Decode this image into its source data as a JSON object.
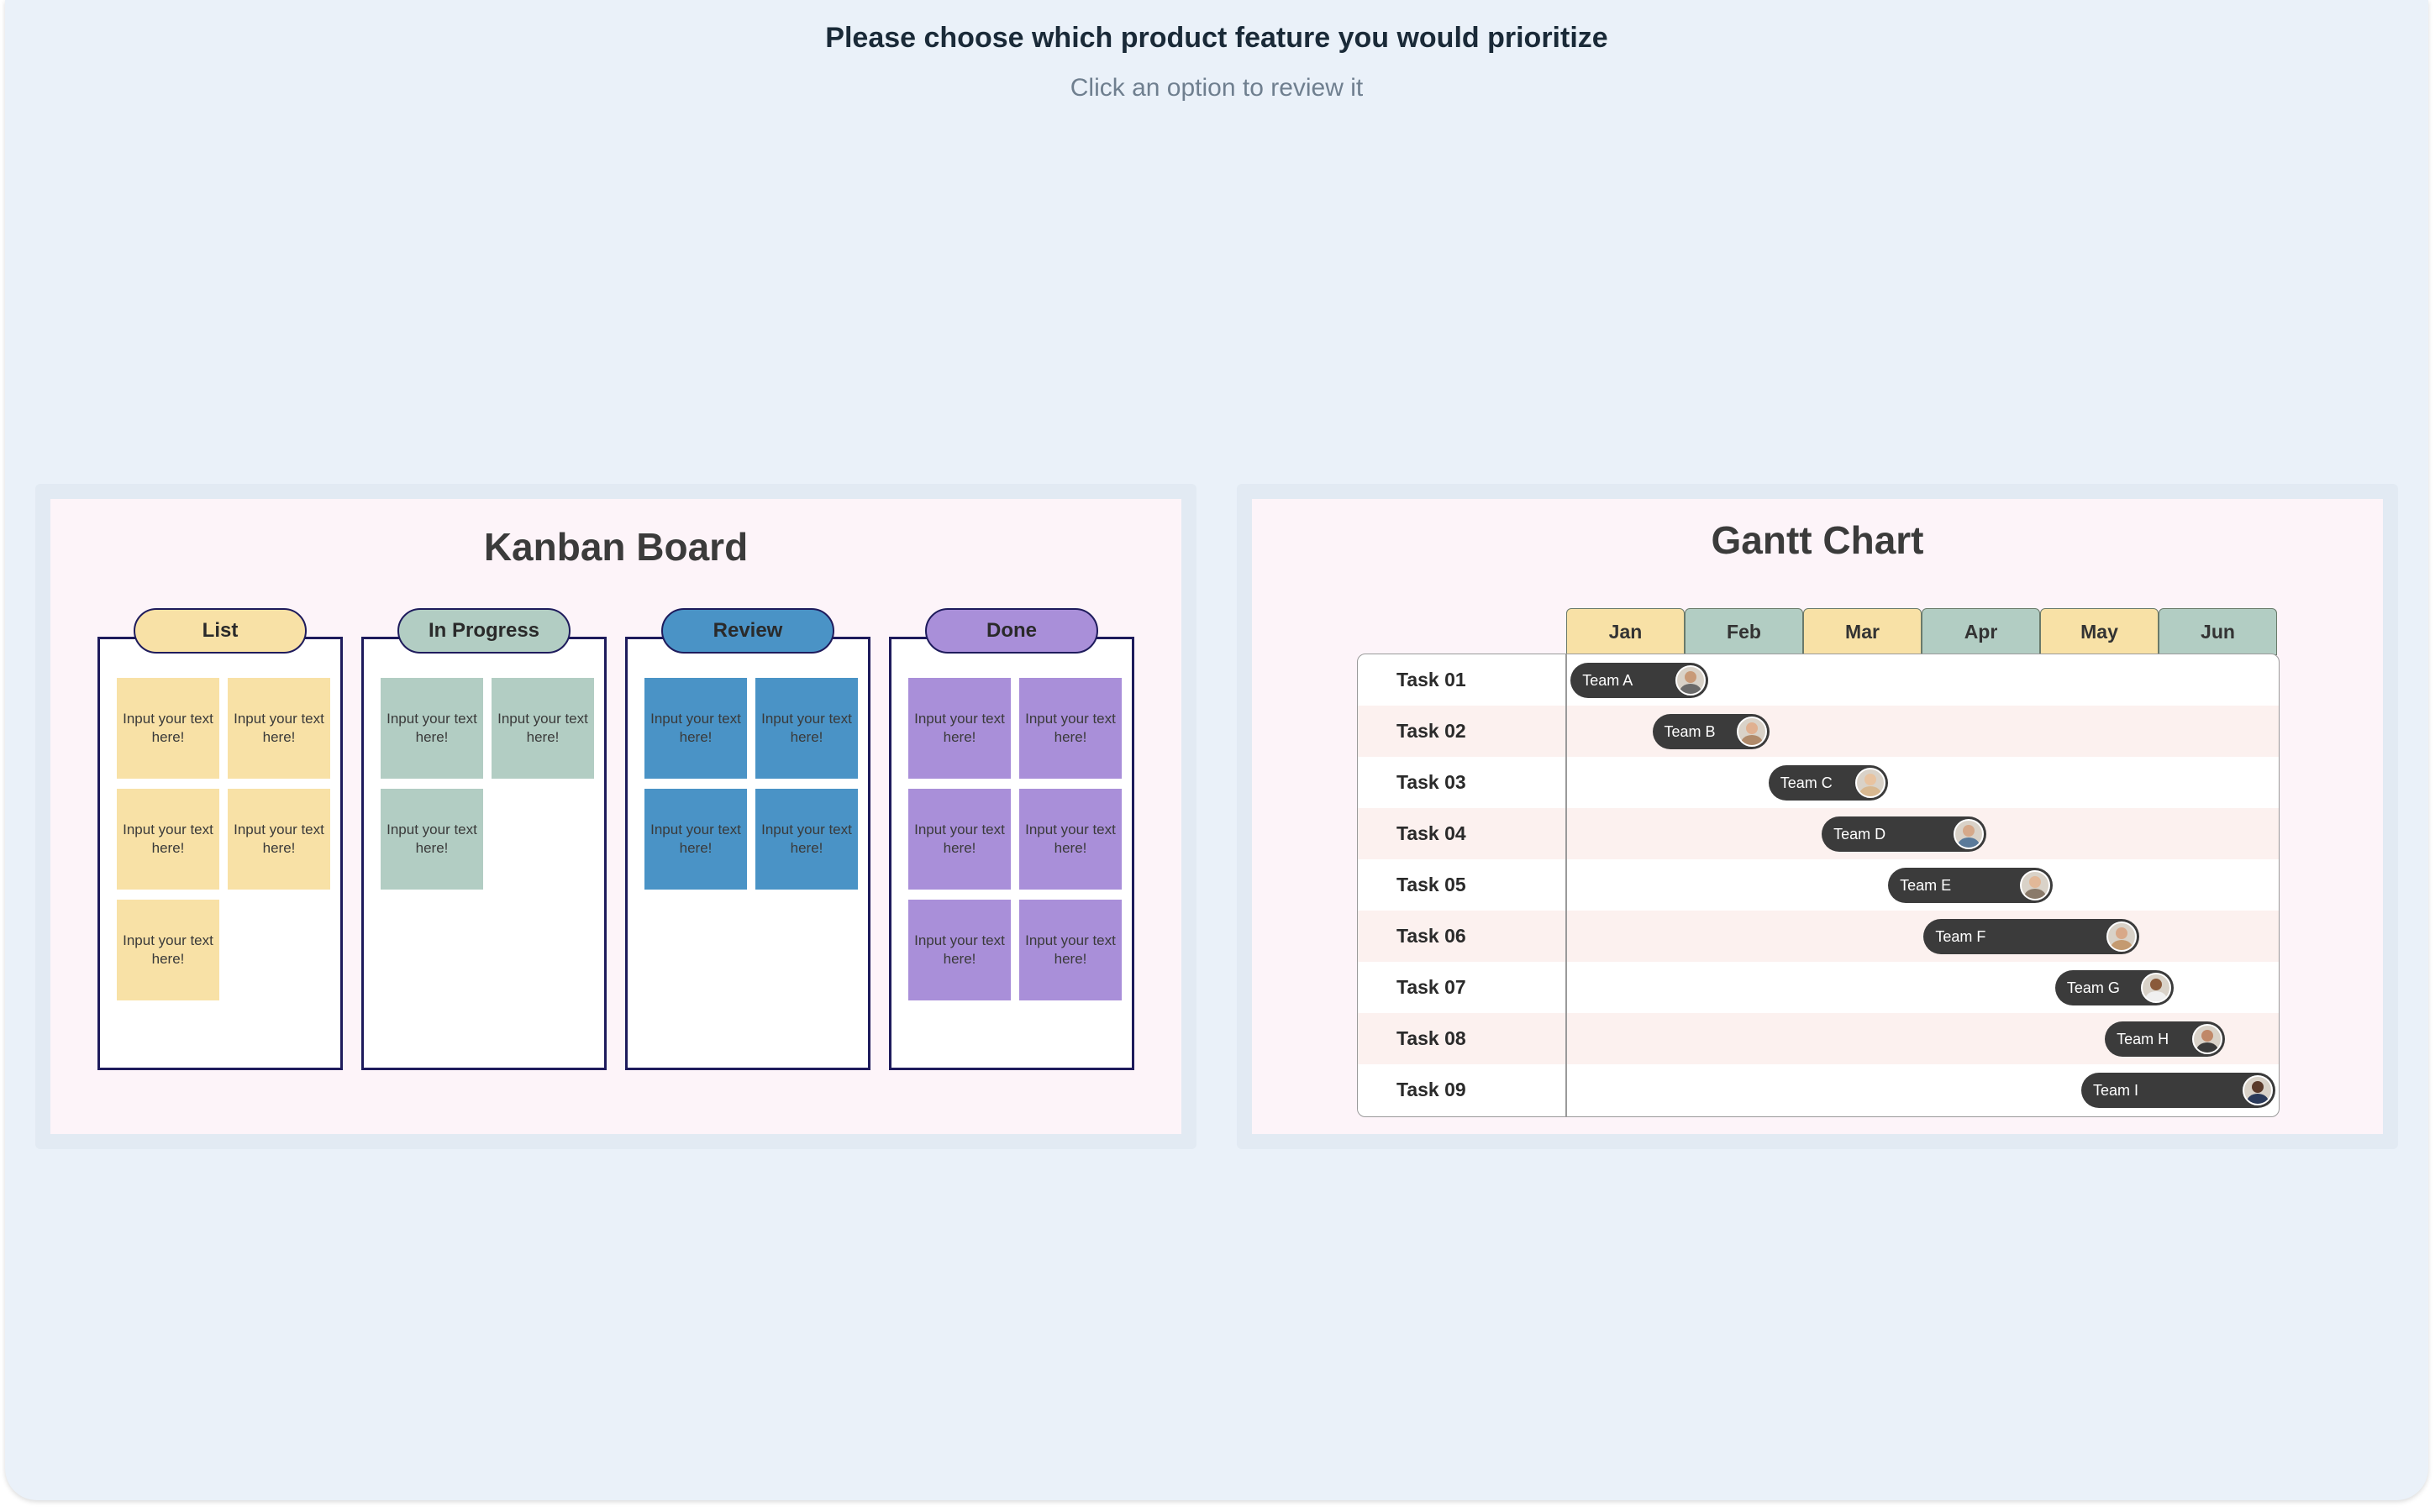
{
  "header": {
    "title": "Please choose which product feature you would prioritize",
    "subtitle": "Click an option to review it"
  },
  "kanban": {
    "title": "Kanban Board",
    "columns": [
      {
        "label": "List",
        "color": "#f8e1a6",
        "cards": [
          "Input your text here!",
          "Input your text here!",
          "Input your text here!",
          "Input your text here!",
          "Input your text here!"
        ]
      },
      {
        "label": "In Progress",
        "color": "#b2cdc3",
        "cards": [
          "Input your text here!",
          "Input your text here!",
          "Input your text here!"
        ]
      },
      {
        "label": "Review",
        "color": "#4a93c6",
        "cards": [
          "Input your text here!",
          "Input your text here!",
          "Input your text here!",
          "Input your text here!"
        ]
      },
      {
        "label": "Done",
        "color": "#a98fd9",
        "cards": [
          "Input your text here!",
          "Input your text here!",
          "Input your text here!",
          "Input your text here!",
          "Input your text here!",
          "Input your text here!"
        ]
      }
    ]
  },
  "gantt": {
    "title": "Gantt Chart",
    "months": [
      "Jan",
      "Feb",
      "Mar",
      "Apr",
      "May",
      "Jun"
    ],
    "month_colors": [
      "#f8e1a6",
      "#b2cdc3",
      "#f8e1a6",
      "#b2cdc3",
      "#f8e1a6",
      "#b2cdc3"
    ],
    "tasks": [
      {
        "label": "Task 01",
        "team": "Team A",
        "start": 0.03,
        "end": 1.19,
        "avatar_skin": "#c89a78",
        "avatar_shirt": "#6a6a6a"
      },
      {
        "label": "Task 02",
        "team": "Team B",
        "start": 0.72,
        "end": 1.71,
        "avatar_skin": "#e0b090",
        "avatar_shirt": "#b08a6a"
      },
      {
        "label": "Task 03",
        "team": "Team C",
        "start": 1.7,
        "end": 2.71,
        "avatar_skin": "#e8c3a0",
        "avatar_shirt": "#d8b890"
      },
      {
        "label": "Task 04",
        "team": "Team D",
        "start": 2.15,
        "end": 3.54,
        "avatar_skin": "#d6a98a",
        "avatar_shirt": "#5a7a9a"
      },
      {
        "label": "Task 05",
        "team": "Team E",
        "start": 2.71,
        "end": 4.1,
        "avatar_skin": "#e2b898",
        "avatar_shirt": "#8a7a6a"
      },
      {
        "label": "Task 06",
        "team": "Team F",
        "start": 3.01,
        "end": 4.83,
        "avatar_skin": "#d8a888",
        "avatar_shirt": "#c49a70"
      },
      {
        "label": "Task 07",
        "team": "Team G",
        "start": 4.12,
        "end": 5.12,
        "avatar_skin": "#8a5a3a",
        "avatar_shirt": "#f0f0f0"
      },
      {
        "label": "Task 08",
        "team": "Team H",
        "start": 4.54,
        "end": 5.55,
        "avatar_skin": "#c08868",
        "avatar_shirt": "#3a3a3a"
      },
      {
        "label": "Task 09",
        "team": "Team I",
        "start": 4.34,
        "end": 5.98,
        "avatar_skin": "#5a3a2a",
        "avatar_shirt": "#2a3a5a"
      }
    ]
  },
  "colors": {
    "background": "#eaf1f9",
    "panel_bg": "#fdf4f9",
    "kanban_outline": "#1e1b5c",
    "gantt_bar": "#3b3b3b",
    "gantt_alt_row": "#fcf1ef"
  }
}
